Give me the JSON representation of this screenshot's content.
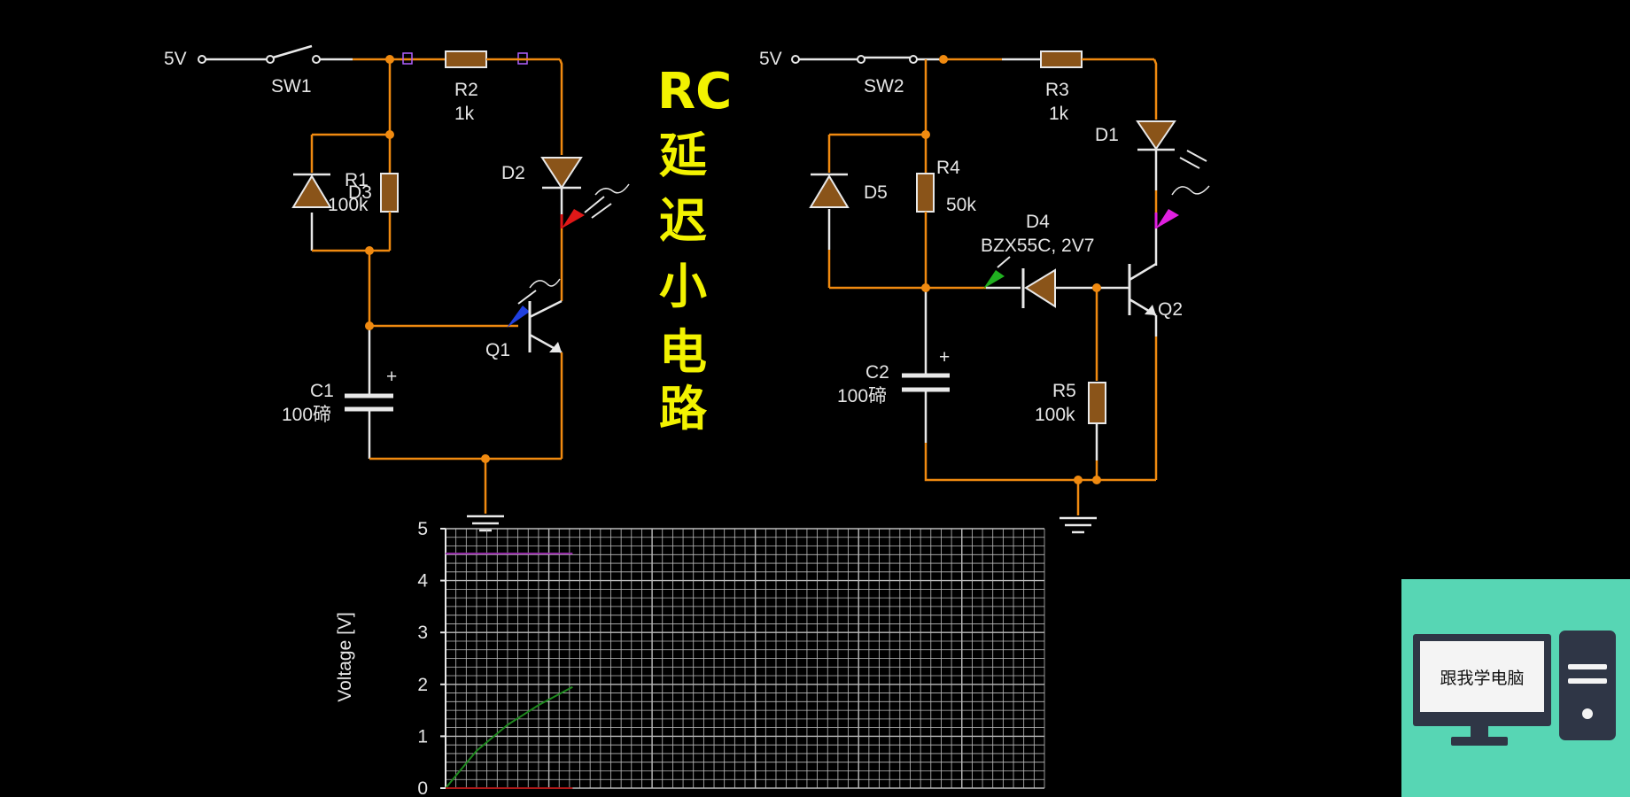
{
  "title": {
    "line1": "RC",
    "chars": [
      "延",
      "迟",
      "小",
      "电",
      "路"
    ]
  },
  "circuit_left": {
    "supply": "5V",
    "switch": "SW1",
    "r2": {
      "name": "R2",
      "value": "1k"
    },
    "d2": "D2",
    "r1": {
      "name": "R1",
      "value": "100k"
    },
    "d3": "D3",
    "c1": {
      "name": "C1",
      "value": "100碲",
      "polarity": "+"
    },
    "q1": "Q1"
  },
  "circuit_right": {
    "supply": "5V",
    "switch": "SW2",
    "r3": {
      "name": "R3",
      "value": "1k"
    },
    "d1": "D1",
    "r4": {
      "name": "R4",
      "value": "50k"
    },
    "d5": "D5",
    "d4": {
      "name": "D4",
      "value": "BZX55C, 2V7"
    },
    "q2": "Q2",
    "c2": {
      "name": "C2",
      "value": "100碲",
      "polarity": "+"
    },
    "r5": {
      "name": "R5",
      "value": "100k"
    }
  },
  "chart_data": {
    "type": "line",
    "ylabel": "Voltage [V]",
    "ylim": [
      0,
      5
    ],
    "yticks": [
      "0",
      "1",
      "2",
      "3",
      "4",
      "5"
    ],
    "grid": true,
    "series": [
      {
        "color": "#9b2fae",
        "x": [
          0,
          1.23
        ],
        "values": [
          4.52,
          4.52
        ]
      },
      {
        "color": "#1e8a1e",
        "x": [
          0,
          0.3,
          0.6,
          0.9,
          1.23
        ],
        "values": [
          0.0,
          0.72,
          1.22,
          1.6,
          1.95
        ]
      },
      {
        "color": "#b01818",
        "x": [
          0,
          1.23
        ],
        "values": [
          0.0,
          0.0
        ]
      }
    ],
    "colors": {
      "grid": "#bdbdbd",
      "axis": "#e8e8e8"
    }
  },
  "badge": {
    "text": "跟我学电脑",
    "bg": "#57d6b4"
  },
  "colors": {
    "wire_active": "#f08a10",
    "wire_idle": "#e8e8e8",
    "component": "#8a5419",
    "title": "#f2f200"
  }
}
